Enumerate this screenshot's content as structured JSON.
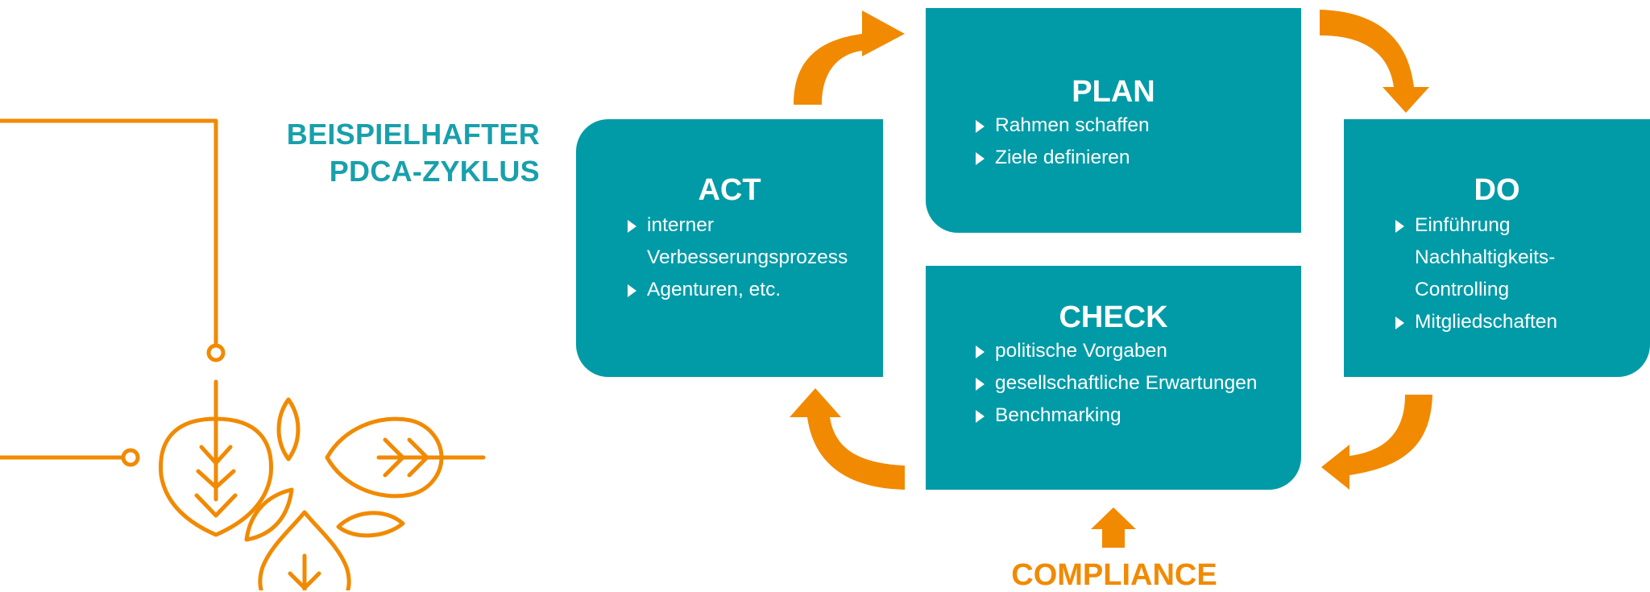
{
  "heading": {
    "line1": "BEISPIELHAFTER",
    "line2": "PDCA-ZYKLUS"
  },
  "boxes": {
    "plan": {
      "title": "PLAN",
      "items": [
        [
          "Rahmen schaffen"
        ],
        [
          "Ziele definieren"
        ]
      ]
    },
    "act": {
      "title": "ACT",
      "items": [
        [
          "interner",
          "Verbesserungsprozess"
        ],
        [
          "Agenturen, etc."
        ]
      ]
    },
    "do": {
      "title": "DO",
      "items": [
        [
          "Einführung",
          "Nachhaltigkeits-",
          "Controlling"
        ],
        [
          "Mitgliedschaften"
        ]
      ]
    },
    "check": {
      "title": "CHECK",
      "items": [
        [
          "politische Vorgaben"
        ],
        [
          "gesellschaftliche Erwartungen"
        ],
        [
          "Benchmarking"
        ]
      ]
    }
  },
  "compliance": "COMPLIANCE",
  "colors": {
    "teal": "#009ba7",
    "heading_teal": "#18a0ac",
    "orange": "#f18a00",
    "white": "#ffffff"
  },
  "icons": [
    "plant-leaves-icon",
    "cycle-arrow-icon",
    "up-arrow-icon",
    "bullet-triangle-icon"
  ]
}
